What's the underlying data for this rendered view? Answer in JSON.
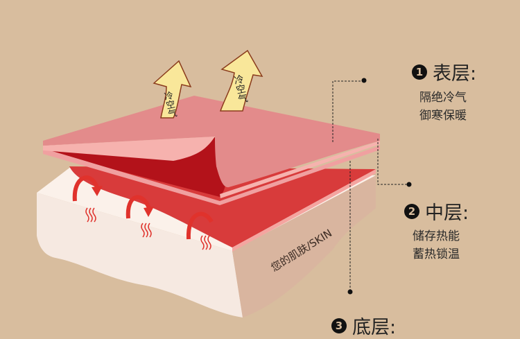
{
  "colors": {
    "background": "#d8bd9e",
    "outer_layer": "#e38b8b",
    "middle_layer": "#d83b3b",
    "skin": "#f6e9e1",
    "arrow_cold": "#f9e79a",
    "arrow_heat": "#e0322c"
  },
  "illustration": {
    "cold_air_label": "冷空气",
    "skin_label": "您的肌肤/SKIN"
  },
  "layers": [
    {
      "number": "1",
      "title": "表层:",
      "lines": [
        "隔绝冷气",
        "御寒保暖"
      ]
    },
    {
      "number": "2",
      "title": "中层:",
      "lines": [
        "储存热能",
        "蓄热锁温"
      ]
    },
    {
      "number": "3",
      "title": "底层:"
    }
  ]
}
